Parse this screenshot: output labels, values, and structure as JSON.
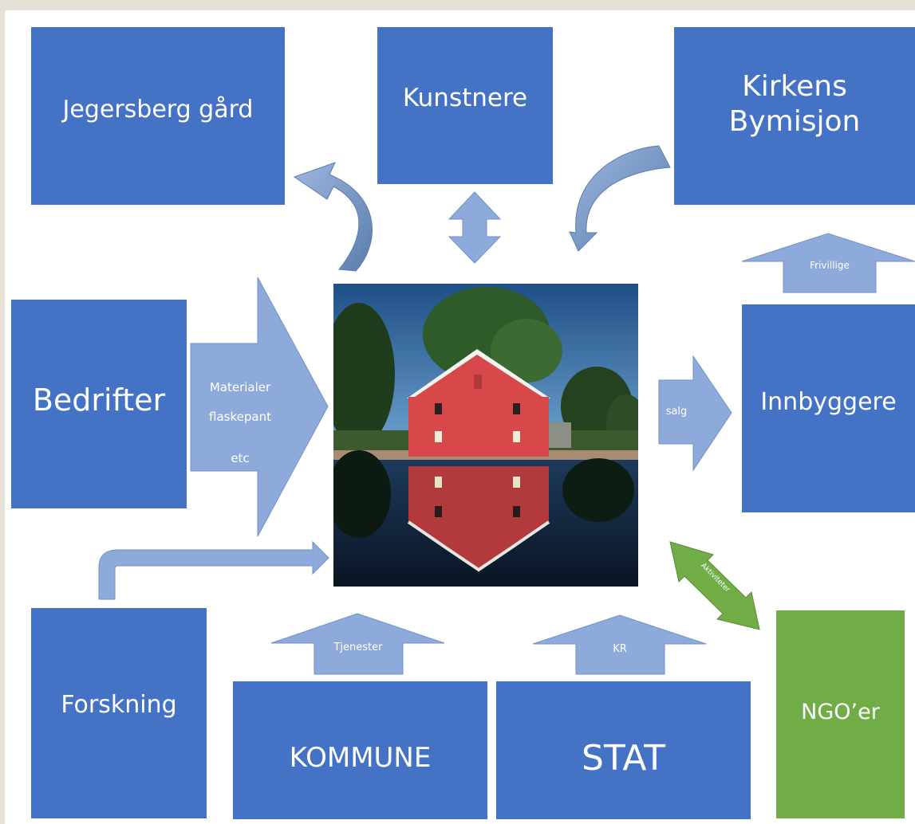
{
  "colors": {
    "box_blue": "#4472c4",
    "arrow_light_blue": "#8eaadb",
    "ngo_green": "#70ad47",
    "page_bg": "#e6e1d6"
  },
  "boxes": {
    "jegersberg": "Jegersberg gård",
    "kunstnere": "Kunstnere",
    "kirkens": "Kirkens\nBymisjon",
    "bedrifter": "Bedrifter",
    "innbyggere": "Innbyggere",
    "forskning": "Forskning",
    "kommune": "KOMMUNE",
    "stat": "STAT",
    "ngo": "NGO’er"
  },
  "arrows": {
    "materialer_line1": "Materialer",
    "materialer_line2": "flaskepant",
    "materialer_line3": "etc",
    "salg": "salg",
    "frivillige": "Frivillige",
    "tjenester": "Tjenester",
    "kr": "KR",
    "aktiviteter": "Aktiviteter"
  },
  "photo": {
    "subject": "red-barn-reflection-photo"
  }
}
